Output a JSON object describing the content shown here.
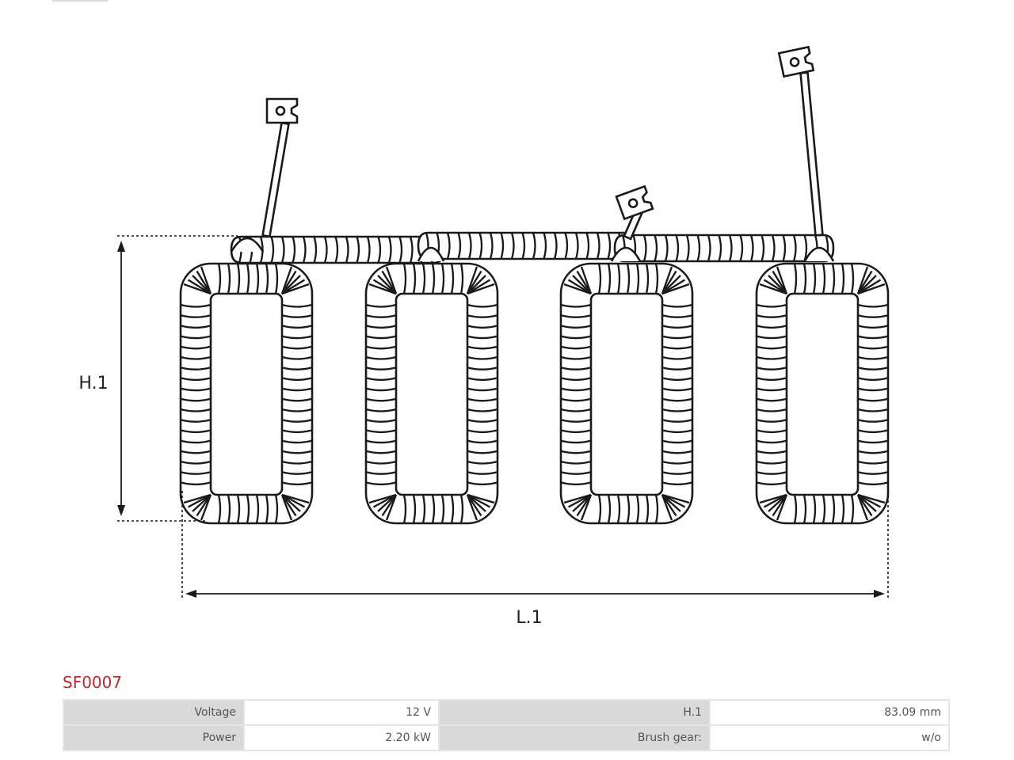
{
  "diagram": {
    "height_label": "H.1",
    "length_label": "L.1",
    "line_color": "#1a1a1a",
    "coil_count": 4
  },
  "product": {
    "code": "SF0007",
    "code_color": "#c0272d"
  },
  "specs": {
    "rows": [
      [
        {
          "label": "Voltage",
          "value": "12 V"
        },
        {
          "label": "H.1",
          "value": "83.09 mm"
        }
      ],
      [
        {
          "label": "Power",
          "value": "2.20 kW"
        },
        {
          "label": "Brush gear:",
          "value": "w/o"
        }
      ]
    ]
  }
}
